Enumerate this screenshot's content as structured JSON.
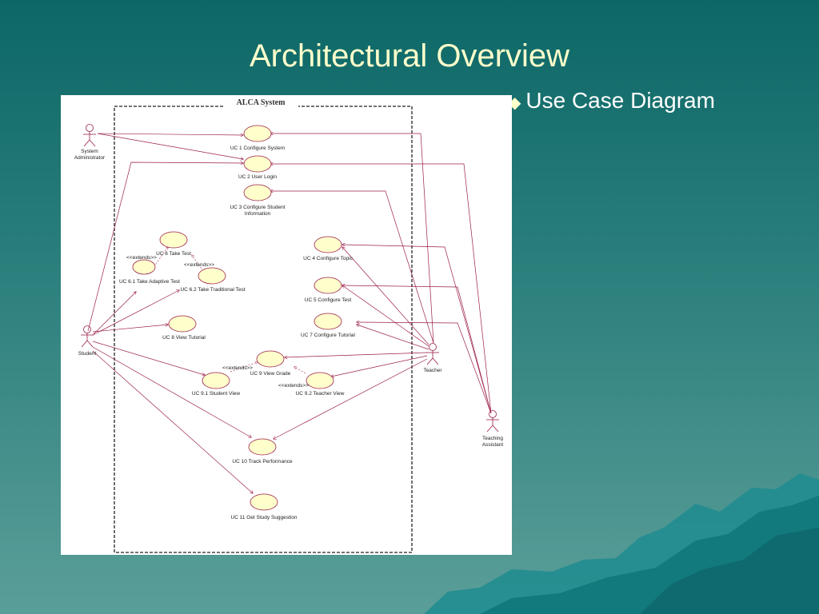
{
  "slide": {
    "title": "Architectural Overview",
    "subtitle_bullet": "◆",
    "subtitle": "Use Case Diagram"
  },
  "diagram": {
    "system_name": "ALCA System",
    "actors": {
      "admin": [
        "System",
        "Administrator"
      ],
      "student": [
        "Student"
      ],
      "teacher": [
        "Teacher"
      ],
      "ta": [
        "Teaching",
        "Assistant"
      ]
    },
    "use_cases": {
      "uc1": [
        "UC 1 Configure System"
      ],
      "uc2": [
        "UC 2 User Login"
      ],
      "uc3": [
        "UC 3 Configure Student",
        "Information"
      ],
      "uc4": [
        "UC 4 Configure Topic"
      ],
      "uc5": [
        "UC 5 Configure Test"
      ],
      "uc6": [
        "UC 6 Take Test"
      ],
      "uc61": [
        "UC 6.1 Take Adaptive Test"
      ],
      "uc62": [
        "UC 6.2 Take Traditional Test"
      ],
      "uc7": [
        "UC 7 Configure Tutorial"
      ],
      "uc8": [
        "UC 8 View Tutorial"
      ],
      "uc9": [
        "UC 9 View Grade"
      ],
      "uc91": [
        "UC 9.1 Student View"
      ],
      "uc92": [
        "UC 9.2 Teacher View"
      ],
      "uc10": [
        "UC 10 Track Performance"
      ],
      "uc11": [
        "UC 11 Get Study Suggestion"
      ]
    },
    "extends_label": "<<extends>>"
  },
  "colors": {
    "line": "#9a1f4b",
    "ellipse_fill": "#ffffcc",
    "title": "#ffffcc"
  }
}
